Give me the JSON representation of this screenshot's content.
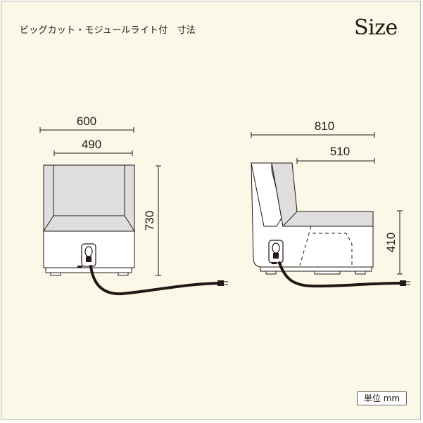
{
  "heading": "ビッグカット・モジュールライト付　寸法",
  "size_mark": "Size",
  "unit": "単位 mm",
  "dimensions": {
    "front_width": "600",
    "front_seat_width": "490",
    "front_height": "730",
    "side_depth": "810",
    "side_seat_depth": "510",
    "side_seat_height": "410"
  },
  "colors": {
    "background": "#fbf8e8",
    "cushion": "#dedede",
    "body": "#ffffff",
    "line": "#231815",
    "cord": "#231815"
  }
}
